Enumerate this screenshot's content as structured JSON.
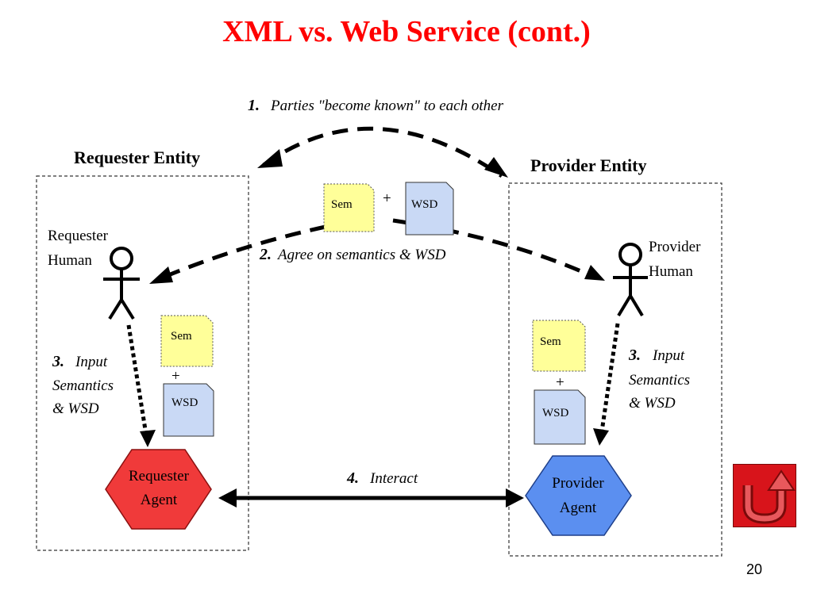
{
  "slide": {
    "title": "XML vs. Web Service (cont.)",
    "number": "20"
  },
  "diagram": {
    "requester_entity": "Requester Entity",
    "provider_entity": "Provider Entity",
    "step1": {
      "num": "1.",
      "text": "Parties \"become known\" to each other"
    },
    "step2": {
      "num": "2.",
      "text": "Agree on semantics & WSD"
    },
    "step3_left": {
      "num": "3.",
      "line1": "Input",
      "line2": "Semantics",
      "line3": "& WSD"
    },
    "step3_right": {
      "num": "3.",
      "line1": "Input",
      "line2": "Semantics",
      "line3": "& WSD"
    },
    "step4": {
      "num": "4.",
      "text": "Interact"
    },
    "requester_human": {
      "line1": "Requester",
      "line2": "Human"
    },
    "provider_human": {
      "line1": "Provider",
      "line2": "Human"
    },
    "requester_agent": {
      "line1": "Requester",
      "line2": "Agent"
    },
    "provider_agent": {
      "line1": "Provider",
      "line2": "Agent"
    },
    "doc_sem": "Sem",
    "doc_wsd": "WSD",
    "plus": "+"
  },
  "colors": {
    "title": "#ff0000",
    "requester_agent_fill": "#f03a3a",
    "provider_agent_fill": "#5b8ff0",
    "sem_doc_fill": "#ffff99",
    "wsd_doc_fill": "#c9d9f5",
    "back_button": "#d8141b"
  },
  "icons": [
    "stick-figure-icon",
    "document-icon",
    "hexagon-agent-icon",
    "u-turn-arrow-icon"
  ]
}
